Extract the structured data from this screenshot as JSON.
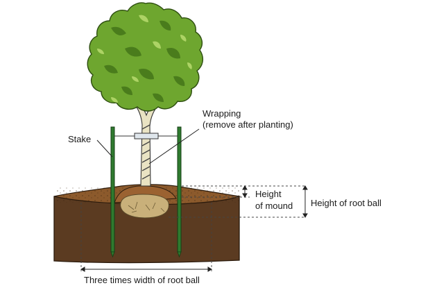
{
  "labels": {
    "wrapping_line1": "Wrapping",
    "wrapping_line2": "(remove after planting)",
    "stake": "Stake",
    "mound_line1": "Height",
    "mound_line2": "of mound",
    "root_ball_height": "Height of root ball",
    "width_rule": "Three times width of root ball"
  },
  "colors": {
    "leaf": "#6fa52e",
    "leaf_dark": "#3f6e17",
    "trunk": "#ede8c8",
    "stake": "#2f7a2f",
    "soil_top": "#8b5a2b",
    "soil_body": "#5a3a20",
    "root_ball": "#c7b07c"
  }
}
